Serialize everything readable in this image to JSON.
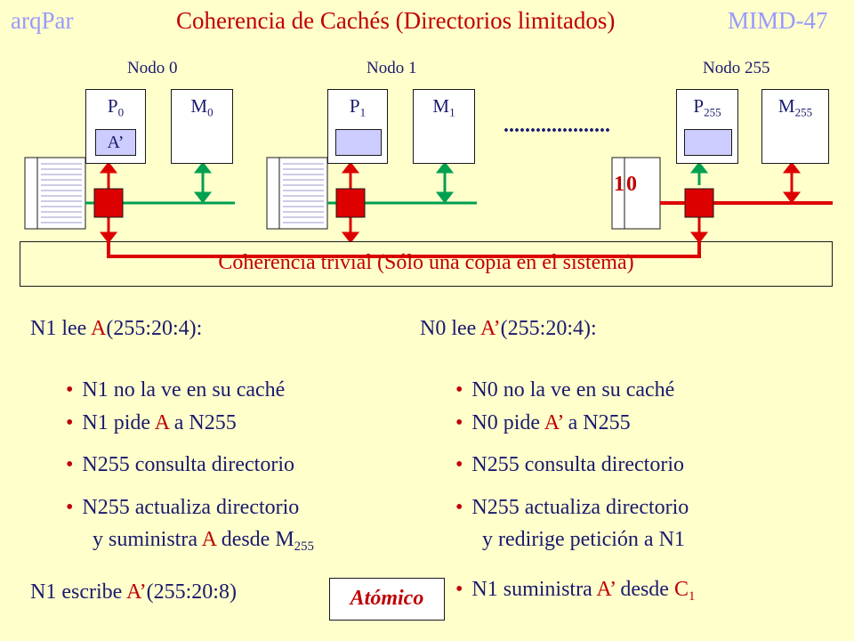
{
  "header": {
    "left": "arqPar",
    "title": "Coherencia de Cachés (Directorios limitados)",
    "right": "MIMD-47"
  },
  "nodes": [
    {
      "label": "Nodo 0",
      "proc": "P",
      "proc_sub": "0",
      "mem": "M",
      "mem_sub": "0",
      "cache_text": "A’"
    },
    {
      "label": "Nodo 1",
      "proc": "P",
      "proc_sub": "1",
      "mem": "M",
      "mem_sub": "1",
      "cache_text": ""
    },
    {
      "label": "Nodo 255",
      "proc": "P",
      "proc_sub": "255",
      "mem": "M",
      "mem_sub": "255",
      "cache_text": ""
    }
  ],
  "ellipsis": "....................",
  "dir_bits": "1 0",
  "coherence_box": "Coherencia trivial (Sólo una copia en el sistema)",
  "left_column": {
    "heading_pre": "N1 lee ",
    "heading_var": "A",
    "heading_post": "(255:20:4):",
    "items": [
      {
        "parts": [
          {
            "t": "N1",
            "c": "blue"
          },
          {
            "t": " no la ve en su caché",
            "c": "blue"
          }
        ]
      },
      {
        "parts": [
          {
            "t": "N1 pide ",
            "c": "blue"
          },
          {
            "t": "A",
            "c": "red"
          },
          {
            "t": " a ",
            "c": "blue"
          },
          {
            "t": "N255",
            "c": "blue"
          }
        ]
      },
      {
        "parts": [
          {
            "t": "N255 consulta directorio",
            "c": "blue"
          }
        ]
      },
      {
        "parts": [
          {
            "t": "N255 actualiza directorio",
            "c": "blue"
          }
        ]
      },
      {
        "parts": [
          {
            "t": "y suministra ",
            "c": "blue"
          },
          {
            "t": "A",
            "c": "red"
          },
          {
            "t": " desde M",
            "c": "blue"
          },
          {
            "t": "255",
            "c": "blue",
            "sub": true
          }
        ]
      }
    ],
    "footer_pre": "N1 escribe ",
    "footer_var": "A’",
    "footer_post": "(255:20:8)",
    "atomic": "Atómico"
  },
  "right_column": {
    "heading_pre": "N0 lee ",
    "heading_var": "A’",
    "heading_post": "(255:20:4):",
    "items": [
      {
        "parts": [
          {
            "t": "N0 no la ve en su caché",
            "c": "blue"
          }
        ]
      },
      {
        "parts": [
          {
            "t": "N0 pide ",
            "c": "blue"
          },
          {
            "t": "A’",
            "c": "red"
          },
          {
            "t": " a ",
            "c": "blue"
          },
          {
            "t": "N255",
            "c": "blue"
          }
        ]
      },
      {
        "parts": [
          {
            "t": "N255 consulta directorio",
            "c": "blue"
          }
        ]
      },
      {
        "parts": [
          {
            "t": "N255 actualiza directorio",
            "c": "blue"
          }
        ]
      },
      {
        "parts": [
          {
            "t": "y redirige petición a ",
            "c": "blue"
          },
          {
            "t": "N1",
            "c": "blue"
          }
        ]
      },
      {
        "parts": [
          {
            "t": "N1 suministra ",
            "c": "blue"
          },
          {
            "t": "A’",
            "c": "red"
          },
          {
            "t": " desde ",
            "c": "blue"
          },
          {
            "t": "C",
            "c": "red"
          },
          {
            "t": "1",
            "c": "red",
            "sub": true
          }
        ]
      }
    ]
  },
  "colors": {
    "background": "#ffffcc",
    "header": "#9999ff",
    "accent_red": "#c00000",
    "text_blue": "#1a1a6e",
    "arrow_green": "#00a050",
    "arrow_red": "#dd0000",
    "cache_fill": "#ccccff"
  }
}
